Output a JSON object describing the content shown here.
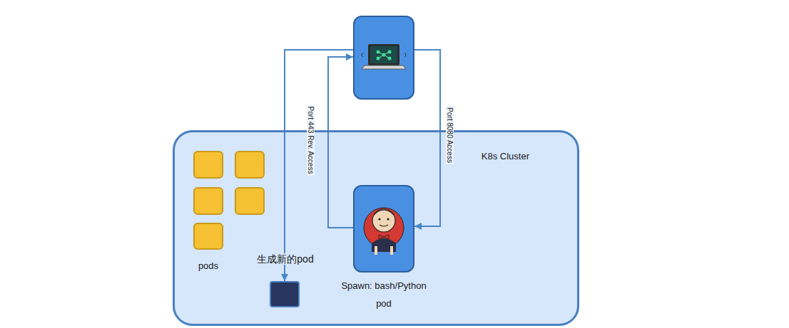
{
  "diagram": {
    "nodes": [
      {
        "text": [
          "K8s Cluster"
        ]
      },
      {
        "text": []
      },
      {
        "text": [
          "Spawn: bash/Python",
          "pod"
        ],
        "in": 0
      },
      {
        "text": [
          "生成新的pod"
        ],
        "in": 0
      }
    ],
    "edges": [
      {
        "from": 1,
        "to": 2,
        "arrow": "to",
        "label": "Port 8080 Access"
      },
      {
        "from": 2,
        "to": 1,
        "arrow": "to",
        "label": "Port 443 Rev. Access"
      },
      {
        "from": 1,
        "to": 3,
        "arrow": "to"
      }
    ],
    "labels": [
      "pods"
    ]
  }
}
